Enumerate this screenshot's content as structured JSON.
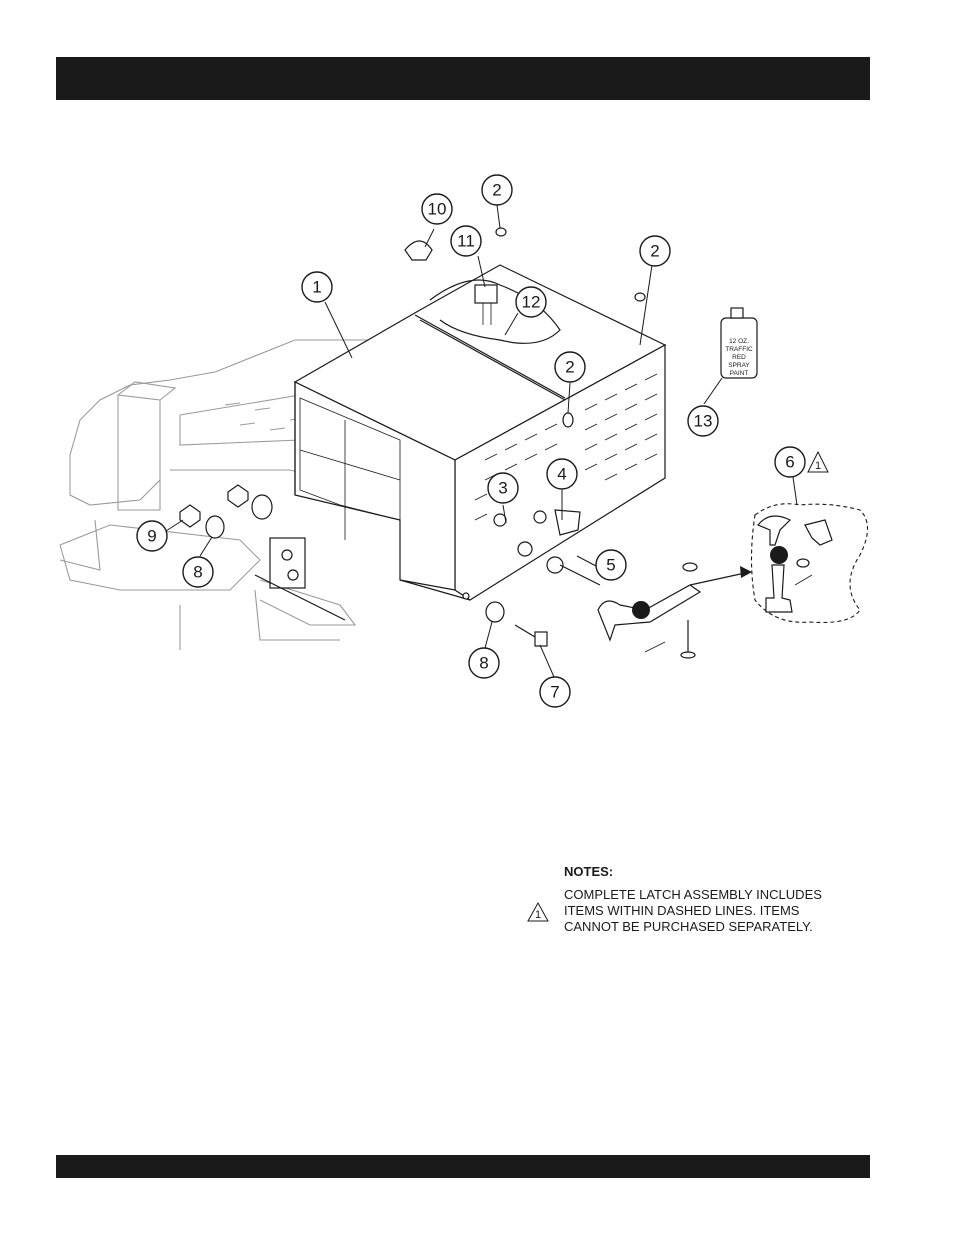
{
  "header_bar": {
    "color": "#1a1a1a"
  },
  "footer_bar": {
    "color": "#1a1a1a"
  },
  "callouts": [
    "1",
    "2",
    "2",
    "2",
    "3",
    "4",
    "5",
    "6",
    "7",
    "8",
    "8",
    "9",
    "10",
    "11",
    "12",
    "13"
  ],
  "spray_can": {
    "line1": "12 OZ.",
    "line2": "TRAFFIC",
    "line3": "RED",
    "line4": "SPRAY",
    "line5": "PAINT"
  },
  "latch_note_marker": "1",
  "notes": {
    "title": "NOTES:",
    "marker": "1",
    "text": "COMPLETE LATCH ASSEMBLY INCLUDES ITEMS WITHIN DASHED LINES. ITEMS CANNOT BE PURCHASED SEPARATELY."
  }
}
